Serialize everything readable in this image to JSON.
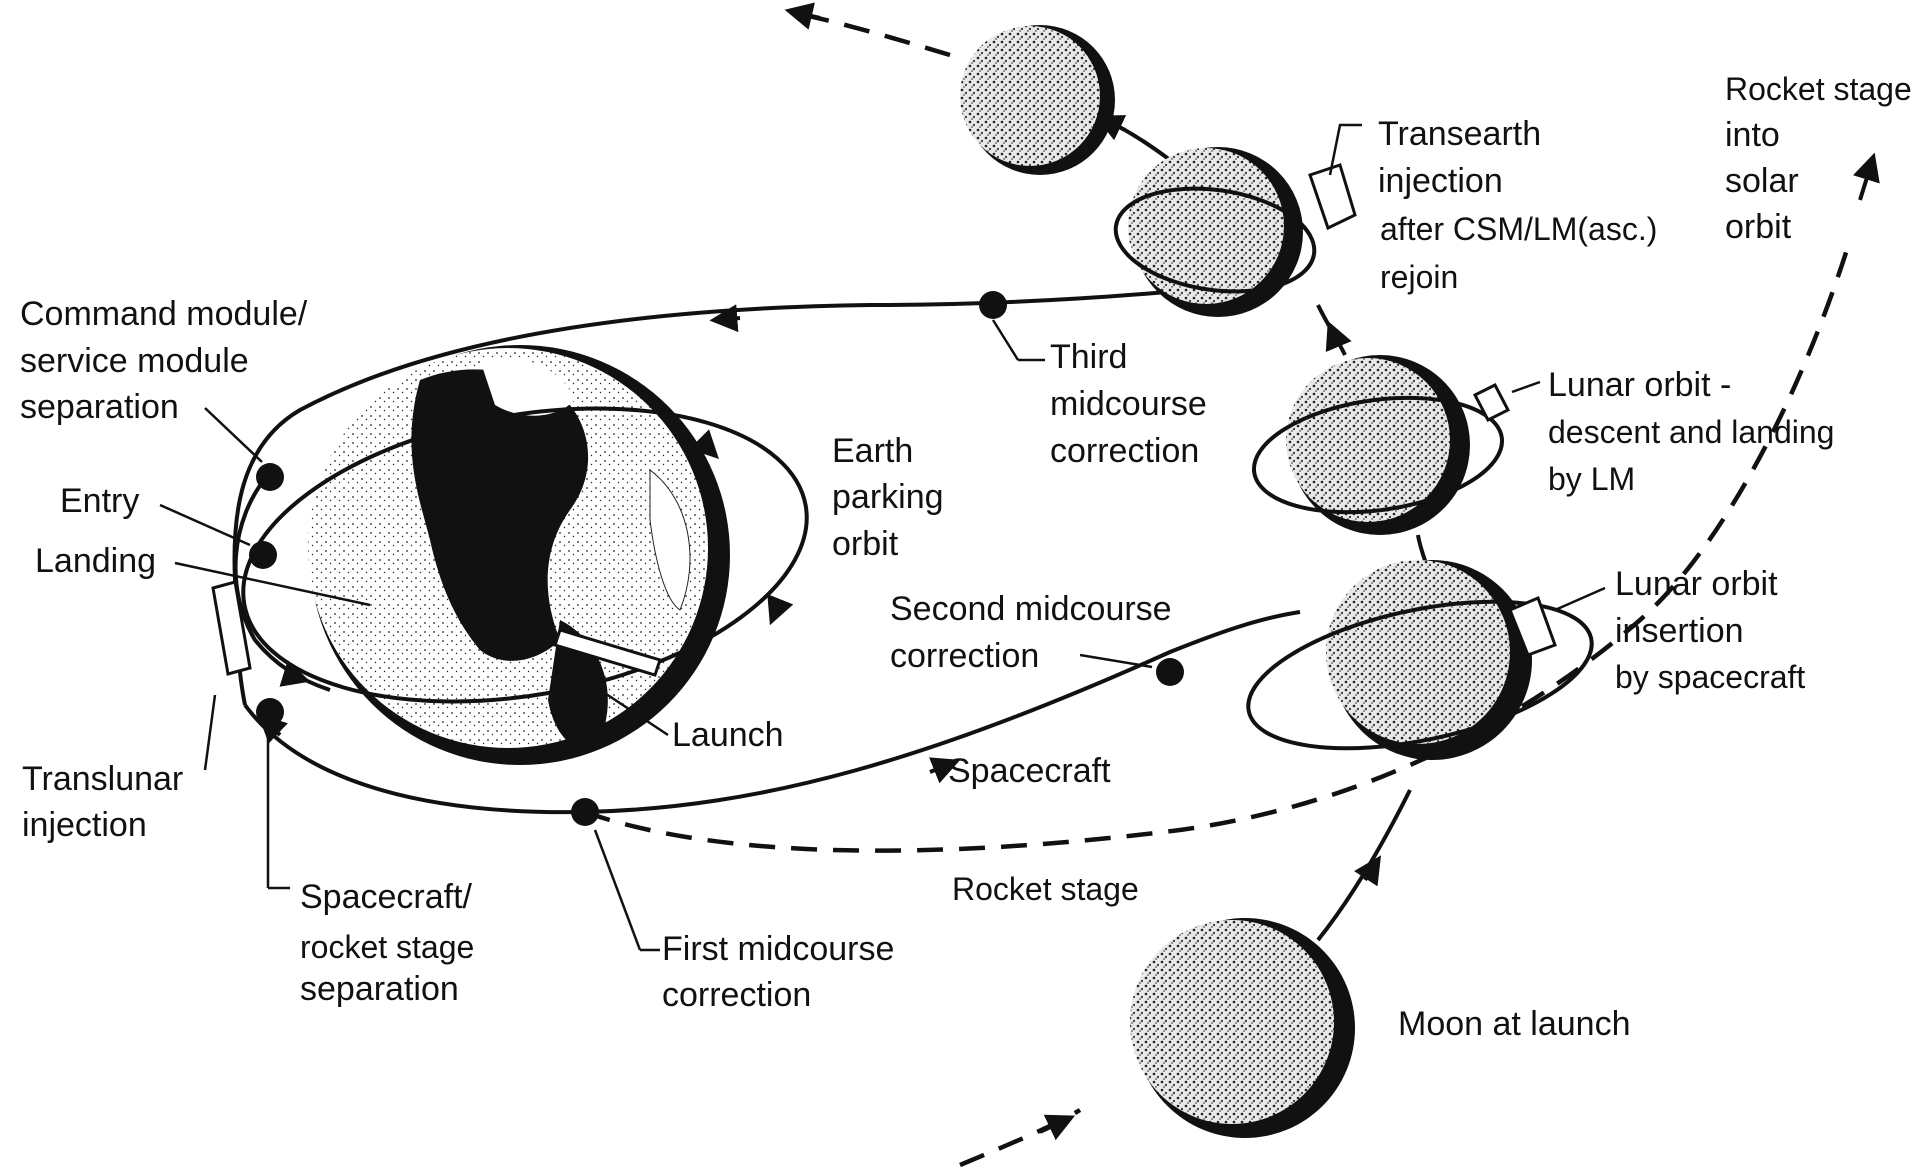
{
  "labels": {
    "command_module_separation": [
      "Command module/",
      "service module",
      "separation"
    ],
    "entry": "Entry",
    "landing": "Landing",
    "translunar_injection": [
      "Translunar",
      "injection"
    ],
    "spacecraft_rocket_separation": [
      "Spacecraft/",
      "rocket stage",
      "separation"
    ],
    "earth_parking_orbit": [
      "Earth",
      "parking",
      "orbit"
    ],
    "launch": "Launch",
    "first_midcourse": [
      "First midcourse",
      "correction"
    ],
    "second_midcourse": [
      "Second midcourse",
      "correction"
    ],
    "third_midcourse": [
      "Third",
      "midcourse",
      "correction"
    ],
    "spacecraft": "Spacecraft",
    "rocket_stage": "Rocket stage",
    "moon_at_launch": "Moon at launch",
    "lunar_orbit_insertion": [
      "Lunar orbit",
      "insertion",
      "by spacecraft"
    ],
    "lunar_orbit_descent": [
      "Lunar orbit -",
      "descent and landing",
      "by LM"
    ],
    "transearth_injection": [
      "Transearth",
      "injection",
      "after CSM/LM(asc.)",
      "rejoin"
    ],
    "rocket_stage_solar": [
      "Rocket stage",
      "into",
      "solar",
      "orbit"
    ]
  },
  "icons": {
    "earth": "earth-globe-icon",
    "moon": "moon-icon",
    "spacecraft": "spacecraft-icon"
  },
  "colors": {
    "ink": "#111111",
    "background": "#ffffff"
  }
}
